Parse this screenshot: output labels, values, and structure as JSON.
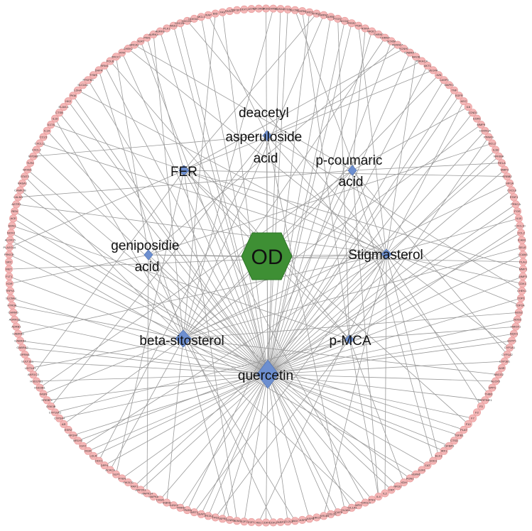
{
  "colors": {
    "hub": "#3e8f34",
    "compound": "#6d8fd0",
    "target": "#f4b6b6",
    "edge": "#9a9a9a"
  },
  "hub": {
    "label": "OD"
  },
  "compounds": [
    {
      "id": "deacetyl",
      "lines": [
        "deacetyl",
        "asperuloside",
        "acid"
      ]
    },
    {
      "id": "fer",
      "lines": [
        "FER"
      ]
    },
    {
      "id": "pcoumaric",
      "lines": [
        "p-coumaric",
        "acid"
      ]
    },
    {
      "id": "geniposidie",
      "lines": [
        "geniposidie",
        "acid"
      ]
    },
    {
      "id": "stigmasterol",
      "lines": [
        "Stigmasterol"
      ]
    },
    {
      "id": "betasitosterol",
      "lines": [
        "beta-sitosterol"
      ]
    },
    {
      "id": "pmca",
      "lines": [
        "p-MCA"
      ]
    },
    {
      "id": "quercetin",
      "lines": [
        "quercetin"
      ]
    }
  ],
  "targets": [
    "NR3C2",
    "CHRM1",
    "ADRA1A",
    "PTGS1",
    "SLC6A3",
    "CHRM2",
    "DRD1",
    "HTR2A",
    "CHRNA7",
    "ADRB2",
    "PTGS2",
    "NCOA2",
    "PRSS1",
    "PGR",
    "RXRA",
    "NR3C1",
    "CHRM3",
    "CHRM4",
    "SCN5A",
    "ADRA2A",
    "KCNH2",
    "GABRA1",
    "MAOB",
    "PRKACA",
    "AKT1",
    "VEGFA",
    "JUN",
    "CASP3",
    "MAPK1",
    "TNF",
    "EGFR",
    "MYC",
    "IL6",
    "CCND1",
    "ESR1",
    "MMP9",
    "CDKN1A",
    "PPARG",
    "BCL2",
    "IL1B",
    "NFKBIA",
    "RELA",
    "MMP2",
    "ERBB2",
    "HIF1A",
    "CXCL8",
    "STAT1",
    "PRKCA",
    "FOS",
    "IL10",
    "CXCL10",
    "CCL2",
    "ICAM1",
    "SELE",
    "VCAM1",
    "PLAU",
    "MMP1",
    "MMP3",
    "CDK1",
    "CHEK1",
    "TOP1",
    "TOP2A",
    "NOS2",
    "NOS3",
    "HMOX1",
    "NQO1",
    "GSTP1",
    "CYP1A1",
    "CYP1A2",
    "CYP1B1",
    "AHR",
    "ABCG2",
    "ALOX5",
    "SPP1",
    "THBD",
    "SERPINE1",
    "F3",
    "F2",
    "F7",
    "F10",
    "PLAT",
    "TGFB1",
    "CTSD",
    "IGFBP3",
    "IRF1",
    "ELK1",
    "SOD1",
    "CAT",
    "GJA1",
    "HSPA5",
    "PON1",
    "XDH",
    "NR1I2",
    "CRP",
    "IL2",
    "IL4",
    "IFNG",
    "CD40LG",
    "MPO",
    "COL1A1",
    "COL3A1",
    "DCAF5",
    "PCOLCE",
    "AKR1B1",
    "BIRC5",
    "CASP8",
    "CASP9",
    "BAX",
    "BCL2L1",
    "PARP1",
    "CDK2",
    "CDK4",
    "RB1",
    "E2F1",
    "E2F2",
    "MDM2",
    "CCNB1",
    "HSPB1",
    "TP63",
    "NFE2L2",
    "KEAP1",
    "SIRT1",
    "PPARA",
    "PPARD",
    "RUNX2",
    "IKBKB",
    "CHUK",
    "MAPK8",
    "MAPK14",
    "MAP2K1",
    "RAF1",
    "PIK3CG",
    "PTEN",
    "SLPI",
    "ACACA",
    "DPP4",
    "ODC1",
    "LDLR",
    "INSR",
    "IGF2",
    "NR1H3",
    "NR1H4",
    "ESR2",
    "AR",
    "CYP3A4",
    "CYP19A1",
    "GSK3B",
    "SREBF1",
    "FASN",
    "HSD3B1",
    "HSD17B1",
    "AKR1C3",
    "UGT1A1",
    "SULT1E1",
    "OPRM1",
    "GABRA2",
    "GABRA3",
    "GABRA5",
    "ADRB1",
    "ADRA1B",
    "CHRM5",
    "HTR3A",
    "SLC6A4",
    "TRPV1",
    "KDR",
    "FLT1",
    "MET",
    "SRC",
    "PRKCB",
    "PLA2G4A",
    "ALOX15",
    "NOX4",
    "EDN1",
    "ACE",
    "REN",
    "AGTR1",
    "CALM1",
    "CAMK2B",
    "RASA1",
    "STAT3",
    "NFKB1",
    "TLR4",
    "MYD88",
    "CXCL2",
    "CXCL11",
    "CCL5",
    "IL1A",
    "IL17A",
    "IL18",
    "CTSB",
    "ELAVL1",
    "HK2",
    "PKM",
    "LDHA",
    "SLC2A1",
    "PFKFB3",
    "TYMS",
    "DHFR",
    "RRM1",
    "POLB",
    "XRCC1",
    "ATM",
    "CHEK2",
    "BRCA1",
    "TERT",
    "PIM1",
    "AURKA",
    "AURKB",
    "PLK1",
    "WEE1",
    "CDC25A",
    "CDC25C",
    "CDKN2A",
    "MCL1",
    "XIAP",
    "BID",
    "FAS",
    "FASLG",
    "TNFSF10",
    "DDIT3",
    "ATF4",
    "EIF2AK3"
  ],
  "edges": [
    [
      "quercetin",
      0
    ],
    [
      "quercetin",
      3
    ],
    [
      "quercetin",
      6
    ],
    [
      "quercetin",
      9
    ],
    [
      "quercetin",
      12
    ],
    [
      "quercetin",
      15
    ],
    [
      "quercetin",
      18
    ],
    [
      "quercetin",
      21
    ],
    [
      "quercetin",
      24
    ],
    [
      "quercetin",
      27
    ],
    [
      "quercetin",
      30
    ],
    [
      "quercetin",
      33
    ],
    [
      "quercetin",
      36
    ],
    [
      "quercetin",
      39
    ],
    [
      "quercetin",
      42
    ],
    [
      "quercetin",
      45
    ],
    [
      "quercetin",
      48
    ],
    [
      "quercetin",
      51
    ],
    [
      "quercetin",
      54
    ],
    [
      "quercetin",
      57
    ],
    [
      "quercetin",
      60
    ],
    [
      "quercetin",
      63
    ],
    [
      "quercetin",
      66
    ],
    [
      "quercetin",
      69
    ],
    [
      "quercetin",
      72
    ],
    [
      "quercetin",
      75
    ],
    [
      "quercetin",
      78
    ],
    [
      "quercetin",
      81
    ],
    [
      "quercetin",
      84
    ],
    [
      "quercetin",
      87
    ],
    [
      "quercetin",
      90
    ],
    [
      "quercetin",
      93
    ],
    [
      "quercetin",
      96
    ],
    [
      "quercetin",
      99
    ],
    [
      "quercetin",
      102
    ],
    [
      "quercetin",
      105
    ],
    [
      "quercetin",
      108
    ],
    [
      "quercetin",
      111
    ],
    [
      "quercetin",
      114
    ],
    [
      "quercetin",
      117
    ],
    [
      "quercetin",
      120
    ],
    [
      "quercetin",
      123
    ],
    [
      "quercetin",
      126
    ],
    [
      "quercetin",
      129
    ],
    [
      "quercetin",
      132
    ],
    [
      "quercetin",
      135
    ],
    [
      "quercetin",
      138
    ],
    [
      "quercetin",
      141
    ],
    [
      "quercetin",
      144
    ],
    [
      "quercetin",
      147
    ],
    [
      "quercetin",
      150
    ],
    [
      "quercetin",
      153
    ],
    [
      "quercetin",
      156
    ],
    [
      "quercetin",
      159
    ],
    [
      "quercetin",
      162
    ],
    [
      "quercetin",
      165
    ],
    [
      "quercetin",
      168
    ],
    [
      "quercetin",
      171
    ],
    [
      "quercetin",
      174
    ],
    [
      "quercetin",
      177
    ],
    [
      "quercetin",
      180
    ],
    [
      "quercetin",
      183
    ],
    [
      "quercetin",
      186
    ],
    [
      "quercetin",
      189
    ],
    [
      "quercetin",
      192
    ],
    [
      "quercetin",
      195
    ],
    [
      "quercetin",
      198
    ],
    [
      "quercetin",
      201
    ],
    [
      "quercetin",
      204
    ],
    [
      "quercetin",
      207
    ],
    [
      "quercetin",
      210
    ],
    [
      "quercetin",
      213
    ],
    [
      "quercetin",
      216
    ],
    [
      "quercetin",
      2
    ],
    [
      "quercetin",
      11
    ],
    [
      "quercetin",
      29
    ],
    [
      "quercetin",
      47
    ],
    [
      "quercetin",
      65
    ],
    [
      "quercetin",
      83
    ],
    [
      "quercetin",
      101
    ],
    [
      "quercetin",
      119
    ],
    [
      "quercetin",
      137
    ],
    [
      "quercetin",
      155
    ],
    [
      "quercetin",
      173
    ],
    [
      "quercetin",
      191
    ],
    [
      "quercetin",
      209
    ],
    [
      "betasitosterol",
      1
    ],
    [
      "betasitosterol",
      8
    ],
    [
      "betasitosterol",
      17
    ],
    [
      "betasitosterol",
      26
    ],
    [
      "betasitosterol",
      35
    ],
    [
      "betasitosterol",
      44
    ],
    [
      "betasitosterol",
      53
    ],
    [
      "betasitosterol",
      62
    ],
    [
      "betasitosterol",
      71
    ],
    [
      "betasitosterol",
      80
    ],
    [
      "betasitosterol",
      89
    ],
    [
      "betasitosterol",
      98
    ],
    [
      "betasitosterol",
      107
    ],
    [
      "betasitosterol",
      116
    ],
    [
      "betasitosterol",
      125
    ],
    [
      "betasitosterol",
      134
    ],
    [
      "betasitosterol",
      143
    ],
    [
      "betasitosterol",
      152
    ],
    [
      "betasitosterol",
      161
    ],
    [
      "betasitosterol",
      170
    ],
    [
      "betasitosterol",
      179
    ],
    [
      "betasitosterol",
      188
    ],
    [
      "betasitosterol",
      197
    ],
    [
      "betasitosterol",
      206
    ],
    [
      "betasitosterol",
      215
    ],
    [
      "stigmasterol",
      4
    ],
    [
      "stigmasterol",
      13
    ],
    [
      "stigmasterol",
      22
    ],
    [
      "stigmasterol",
      31
    ],
    [
      "stigmasterol",
      40
    ],
    [
      "stigmasterol",
      49
    ],
    [
      "stigmasterol",
      58
    ],
    [
      "stigmasterol",
      67
    ],
    [
      "stigmasterol",
      76
    ],
    [
      "stigmasterol",
      85
    ],
    [
      "stigmasterol",
      94
    ],
    [
      "stigmasterol",
      103
    ],
    [
      "stigmasterol",
      112
    ],
    [
      "stigmasterol",
      121
    ],
    [
      "stigmasterol",
      130
    ],
    [
      "stigmasterol",
      139
    ],
    [
      "stigmasterol",
      148
    ],
    [
      "stigmasterol",
      157
    ],
    [
      "stigmasterol",
      166
    ],
    [
      "stigmasterol",
      175
    ],
    [
      "stigmasterol",
      184
    ],
    [
      "stigmasterol",
      193
    ],
    [
      "stigmasterol",
      202
    ],
    [
      "stigmasterol",
      211
    ],
    [
      "pmca",
      10
    ],
    [
      "pmca",
      37
    ],
    [
      "pmca",
      64
    ],
    [
      "pmca",
      91
    ],
    [
      "pmca",
      118
    ],
    [
      "pmca",
      145
    ],
    [
      "pmca",
      172
    ],
    [
      "pmca",
      199
    ],
    [
      "pmca",
      5
    ],
    [
      "pmca",
      50
    ],
    [
      "pmca",
      95
    ],
    [
      "pmca",
      140
    ],
    [
      "fer",
      7
    ],
    [
      "fer",
      25
    ],
    [
      "fer",
      43
    ],
    [
      "fer",
      61
    ],
    [
      "fer",
      79
    ],
    [
      "fer",
      97
    ],
    [
      "fer",
      115
    ],
    [
      "fer",
      133
    ],
    [
      "fer",
      151
    ],
    [
      "fer",
      169
    ],
    [
      "fer",
      187
    ],
    [
      "fer",
      205
    ],
    [
      "fer",
      20
    ],
    [
      "fer",
      56
    ],
    [
      "pcoumaric",
      14
    ],
    [
      "pcoumaric",
      41
    ],
    [
      "pcoumaric",
      68
    ],
    [
      "pcoumaric",
      95
    ],
    [
      "pcoumaric",
      122
    ],
    [
      "pcoumaric",
      149
    ],
    [
      "pcoumaric",
      176
    ],
    [
      "pcoumaric",
      203
    ],
    [
      "pcoumaric",
      32
    ],
    [
      "pcoumaric",
      86
    ],
    [
      "geniposidie",
      19
    ],
    [
      "geniposidie",
      55
    ],
    [
      "geniposidie",
      92
    ],
    [
      "geniposidie",
      128
    ],
    [
      "geniposidie",
      164
    ],
    [
      "geniposidie",
      200
    ],
    [
      "geniposidie",
      38
    ],
    [
      "geniposidie",
      110
    ],
    [
      "deacetyl",
      23
    ],
    [
      "deacetyl",
      59
    ],
    [
      "deacetyl",
      100
    ],
    [
      "deacetyl",
      136
    ],
    [
      "deacetyl",
      182
    ],
    [
      "deacetyl",
      214
    ],
    [
      "deacetyl",
      74
    ],
    [
      "deacetyl",
      146
    ]
  ]
}
